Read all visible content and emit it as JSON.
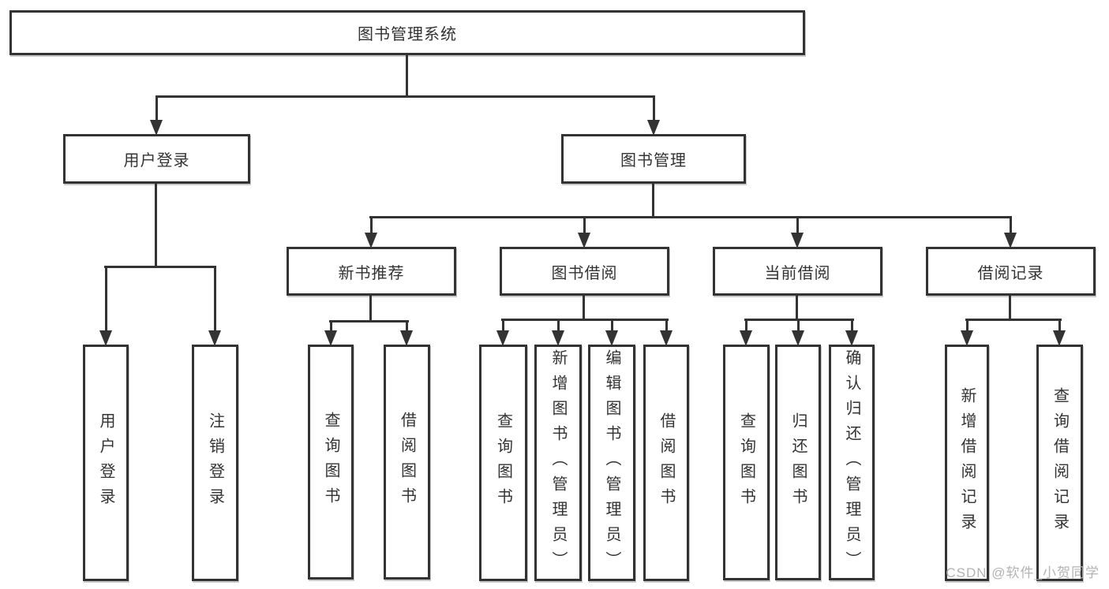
{
  "chart": {
    "root": {
      "label": "图书管理系统"
    },
    "branches": [
      {
        "key": "user-login",
        "label": "用户登录",
        "leaves": [
          "用户登录",
          "注销登录"
        ]
      },
      {
        "key": "book-management",
        "label": "图书管理",
        "groups": [
          {
            "label": "新书推荐",
            "leaves": [
              "查询图书",
              "借阅图书"
            ]
          },
          {
            "label": "图书借阅",
            "leaves": [
              "查询图书",
              "新增图书（管理员）",
              "编辑图书（管理员）",
              "借阅图书"
            ]
          },
          {
            "label": "当前借阅",
            "leaves": [
              "查询图书",
              "归还图书",
              "确认归还（管理员）"
            ]
          },
          {
            "label": "借阅记录",
            "leaves": [
              "新增借阅记录",
              "查询借阅记录"
            ]
          }
        ]
      }
    ]
  },
  "watermark": {
    "text": "CSDN @软件_小贺同学"
  },
  "colors": {
    "line": "#333333",
    "background": "#ffffff",
    "watermark": "#b3b3b3"
  }
}
